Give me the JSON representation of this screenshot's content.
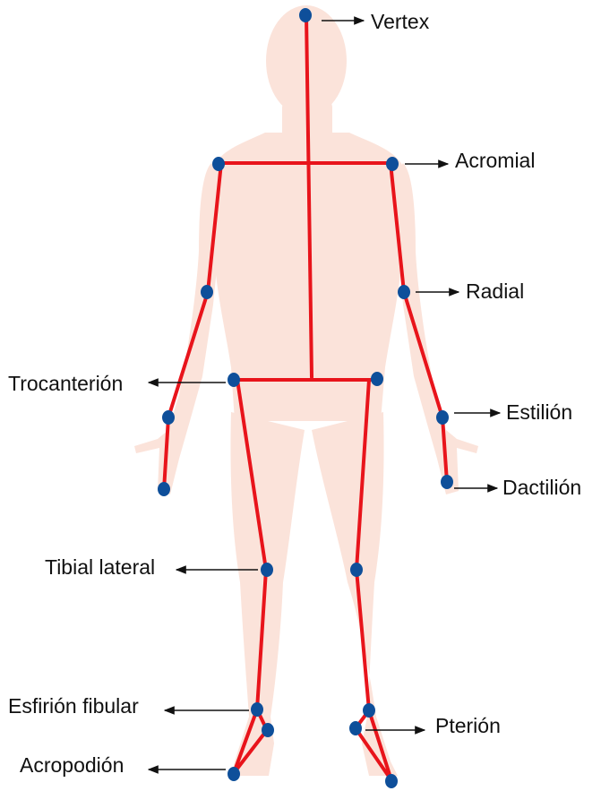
{
  "colors": {
    "silhouette": "#fbe3da",
    "skeleton_line": "#e8141b",
    "landmark_point": "#0e4f9a",
    "arrow": "#111111",
    "label_text": "#111111"
  },
  "labels": {
    "vertex": "Vertex",
    "acromial": "Acromial",
    "radial": "Radial",
    "trocanterion": "Trocanterión",
    "estilion": "Estilión",
    "dactilion": "Dactilión",
    "tibial_lateral": "Tibial lateral",
    "esfirion_fibular": "Esfirión fibular",
    "pterion": "Pterión",
    "acropodion": "Acropodión"
  }
}
